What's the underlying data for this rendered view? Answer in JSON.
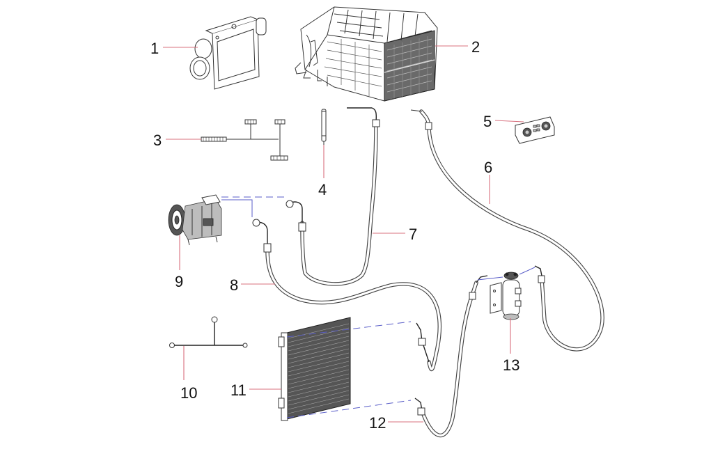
{
  "diagram": {
    "title": "Air Conditioning System Components",
    "colors": {
      "leader_line": "#d8707e",
      "connection_line": "#5a5ec8",
      "part_line": "#333333",
      "background": "#ffffff"
    },
    "callouts": [
      {
        "number": "1",
        "part": "Air duct / blower housing"
      },
      {
        "number": "2",
        "part": "HVAC unit (evaporator/heater assembly)"
      },
      {
        "number": "3",
        "part": "Wiring harness"
      },
      {
        "number": "4",
        "part": "Sensor / pin"
      },
      {
        "number": "5",
        "part": "A/C control panel"
      },
      {
        "number": "6",
        "part": "Liquid line hose"
      },
      {
        "number": "7",
        "part": "Suction hose"
      },
      {
        "number": "8",
        "part": "Discharge hose"
      },
      {
        "number": "9",
        "part": "A/C compressor"
      },
      {
        "number": "10",
        "part": "Condenser wiring / bracket"
      },
      {
        "number": "11",
        "part": "Condenser"
      },
      {
        "number": "12",
        "part": "Condenser outlet hose"
      },
      {
        "number": "13",
        "part": "Receiver drier"
      }
    ]
  }
}
